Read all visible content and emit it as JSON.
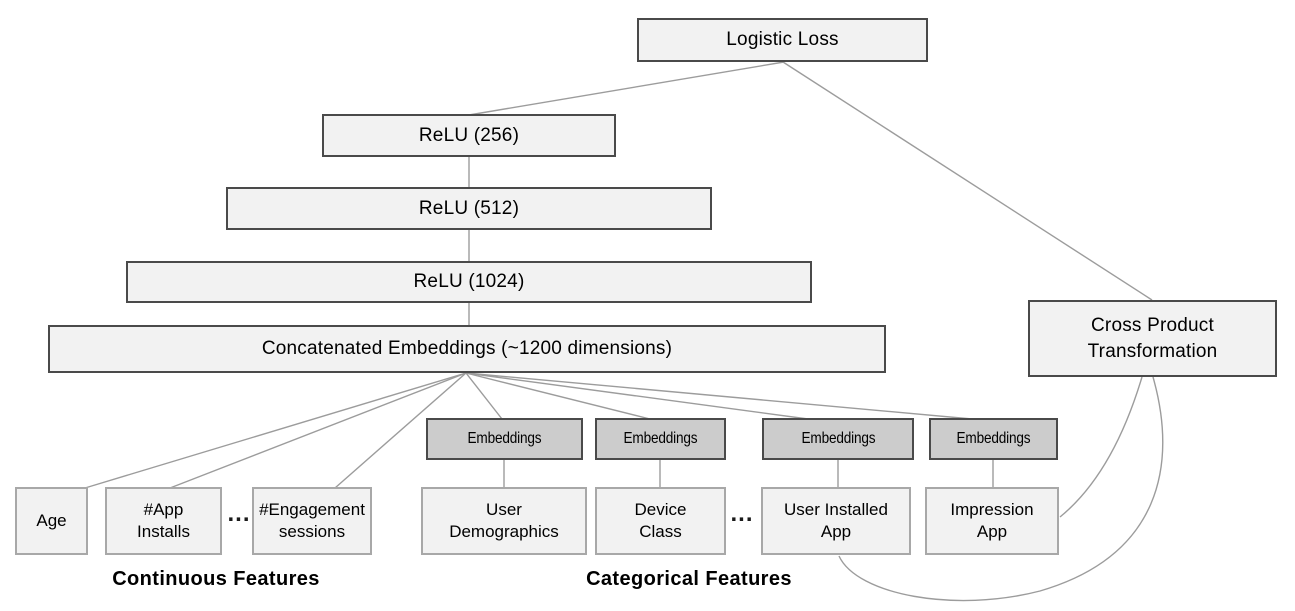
{
  "diagram": {
    "nodes": {
      "logistic_loss": {
        "label": "Logistic Loss"
      },
      "relu_256": {
        "label": "ReLU (256)"
      },
      "relu_512": {
        "label": "ReLU (512)"
      },
      "relu_1024": {
        "label": "ReLU (1024)"
      },
      "concatenated_embeddings": {
        "label": "Concatenated Embeddings (~1200 dimensions)"
      },
      "cross_product": {
        "lines": [
          "Cross Product",
          "Transformation"
        ]
      },
      "age": {
        "label": "Age"
      },
      "app_installs": {
        "lines": [
          "#App",
          "Installs"
        ]
      },
      "engagement_sessions": {
        "lines": [
          "#Engagement",
          "sessions"
        ]
      },
      "user_demographics": {
        "lines": [
          "User",
          "Demographics"
        ]
      },
      "device_class": {
        "lines": [
          "Device",
          "Class"
        ]
      },
      "user_installed_app": {
        "lines": [
          "User Installed",
          "App"
        ]
      },
      "impression_app": {
        "lines": [
          "Impression",
          "App"
        ]
      }
    },
    "embeddings_label": "Embeddings",
    "ellipsis": "...",
    "section_labels": {
      "continuous": "Continuous Features",
      "categorical": "Categorical Features"
    },
    "colors": {
      "box_fill": "#f2f2f2",
      "embedding_fill": "#cccccc",
      "dark_border": "#4a4a4a",
      "light_border": "#a8a8a8",
      "connector": "#9c9c9c",
      "text": "#000000"
    }
  }
}
